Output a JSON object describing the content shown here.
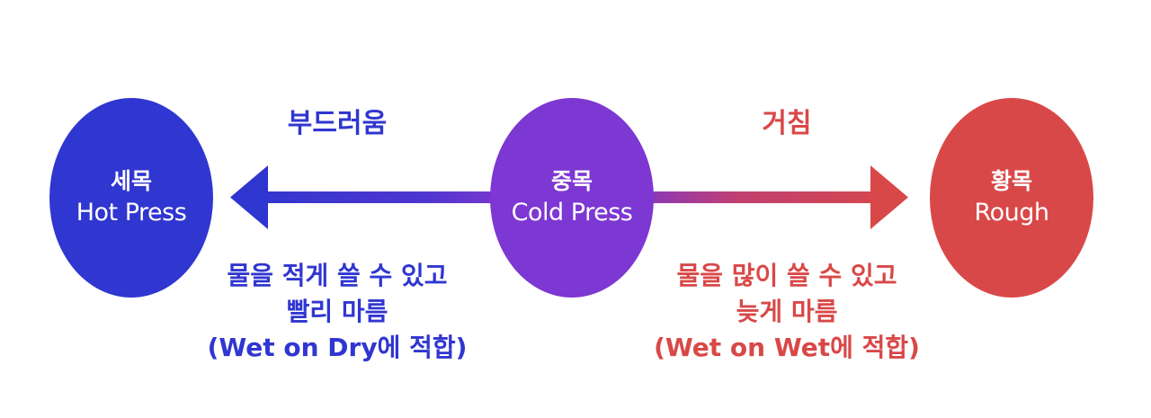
{
  "nodes": {
    "hot_press": {
      "korean": "세목",
      "english": "Hot Press",
      "color": "#3036d0"
    },
    "cold_press": {
      "korean": "중목",
      "english": "Cold Press",
      "color": "#7d37d2"
    },
    "rough": {
      "korean": "황목",
      "english": "Rough",
      "color": "#d94848"
    }
  },
  "arrows": {
    "left_label": "부드러움",
    "right_label": "거침",
    "left_color": "#3036d0",
    "right_color": "#d94848"
  },
  "descriptions": {
    "hot_press": {
      "line1": "물을 적게 쓸 수 있고",
      "line2": "빨리 마름",
      "line3": "(Wet on Dry에 적합)"
    },
    "rough": {
      "line1": "물을 많이 쓸 수 있고",
      "line2": "늦게 마름",
      "line3": "(Wet on Wet에 적합)"
    }
  }
}
